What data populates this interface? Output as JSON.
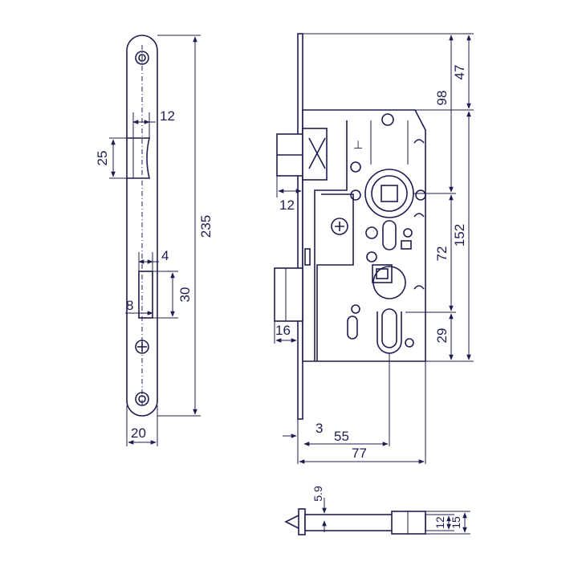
{
  "dimensions": {
    "faceplate_height": "235",
    "faceplate_width": "20",
    "latch_offset": "12",
    "latch_height": "25",
    "bolt_offset": "4",
    "bolt_height": "30",
    "bolt_width": "8",
    "latch_projection": "12",
    "bolt_projection": "16",
    "plate_thickness": "3",
    "backset": "55",
    "case_depth": "77",
    "top_to_spindle": "98",
    "top_to_case": "47",
    "case_height": "152",
    "spindle_to_cylinder": "72",
    "cylinder_to_bottom": "29",
    "latch_nose": "5.9",
    "bolt_w_side": "12",
    "body_w_side": "15"
  },
  "colors": {
    "ink": "#1d1d4f",
    "background": "#ffffff"
  },
  "icons": [
    "screw-icon",
    "lock-symbol-icon"
  ]
}
